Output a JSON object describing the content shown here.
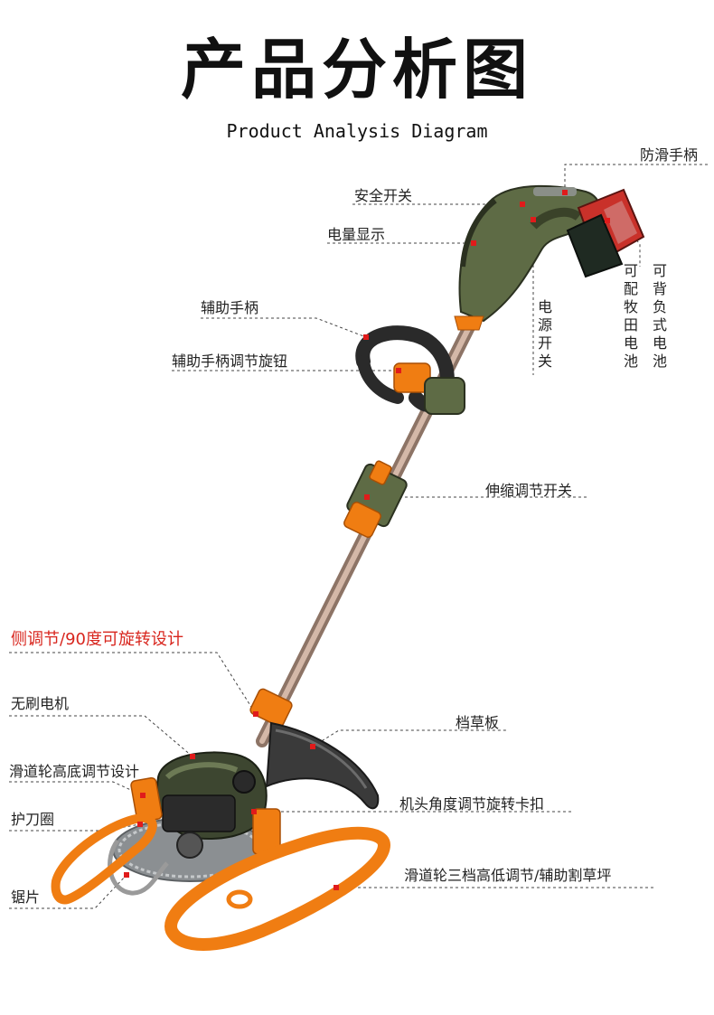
{
  "header": {
    "title": "产品分析图",
    "subtitle": "Product Analysis Diagram"
  },
  "labels": {
    "anti_slip_handle": "防滑手柄",
    "safety_switch": "安全开关",
    "power_display": "电量显示",
    "power_switch": "电源开关",
    "makita_battery": "可配牧田电池",
    "backpack_battery": "可背负式电池",
    "aux_handle": "辅助手柄",
    "aux_handle_knob": "辅助手柄调节旋钮",
    "telescopic_switch": "伸缩调节开关",
    "side_adjust": "侧调节/90度可旋转设计",
    "brushless_motor": "无刷电机",
    "grass_guard": "档草板",
    "slide_wheel_height": "滑道轮高底调节设计",
    "head_angle_buckle": "机头角度调节旋转卡扣",
    "blade_guard_ring": "护刀圈",
    "slide_wheel_three": "滑道轮三档高低调节/辅助割草坪",
    "saw_blade": "锯片"
  },
  "colors": {
    "body_green": "#5e6b45",
    "accent_orange": "#f07d12",
    "battery_red": "#c9312a",
    "marker_red": "#e01b1b",
    "dashed_line": "#444444",
    "shaft": "#b99a8a"
  }
}
